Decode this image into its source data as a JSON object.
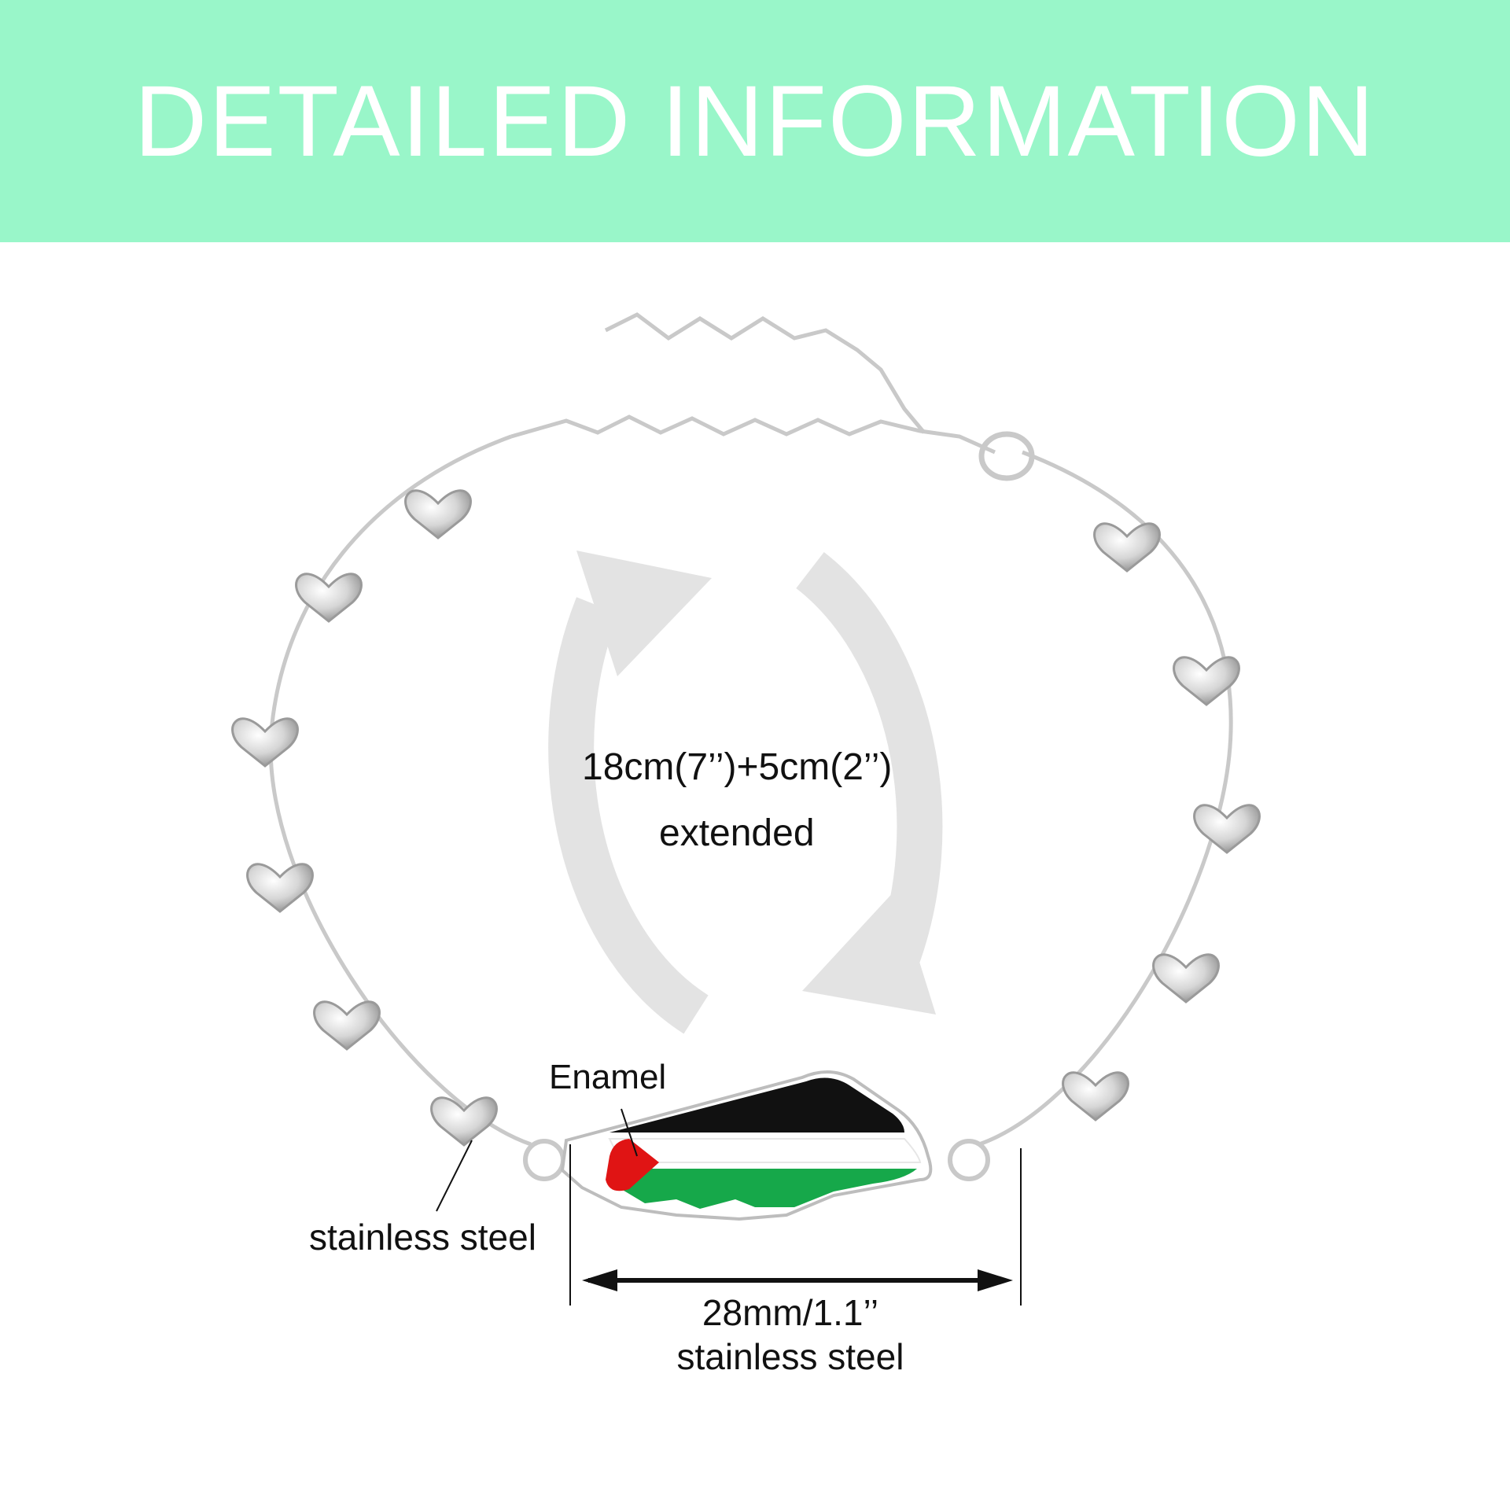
{
  "header": {
    "title": "DETAILED INFORMATION"
  },
  "colors": {
    "header_bg": "#99f6c9",
    "header_text": "#ffffff",
    "arrow_gray": "#e1e1e1",
    "metal": "#c9c9c9",
    "flag_black": "#111111",
    "flag_white": "#ffffff",
    "flag_green": "#16a84a",
    "flag_red": "#e01414"
  },
  "product": {
    "name_icon": "heart-link-bracelet",
    "length_label": "18cm(7’’)+5cm(2’’)",
    "length_note": "extended",
    "enamel_label": "Enamel",
    "chain_material": "stainless steel",
    "pendant_width": "28mm/1.1’’",
    "pendant_material": "stainless steel"
  }
}
